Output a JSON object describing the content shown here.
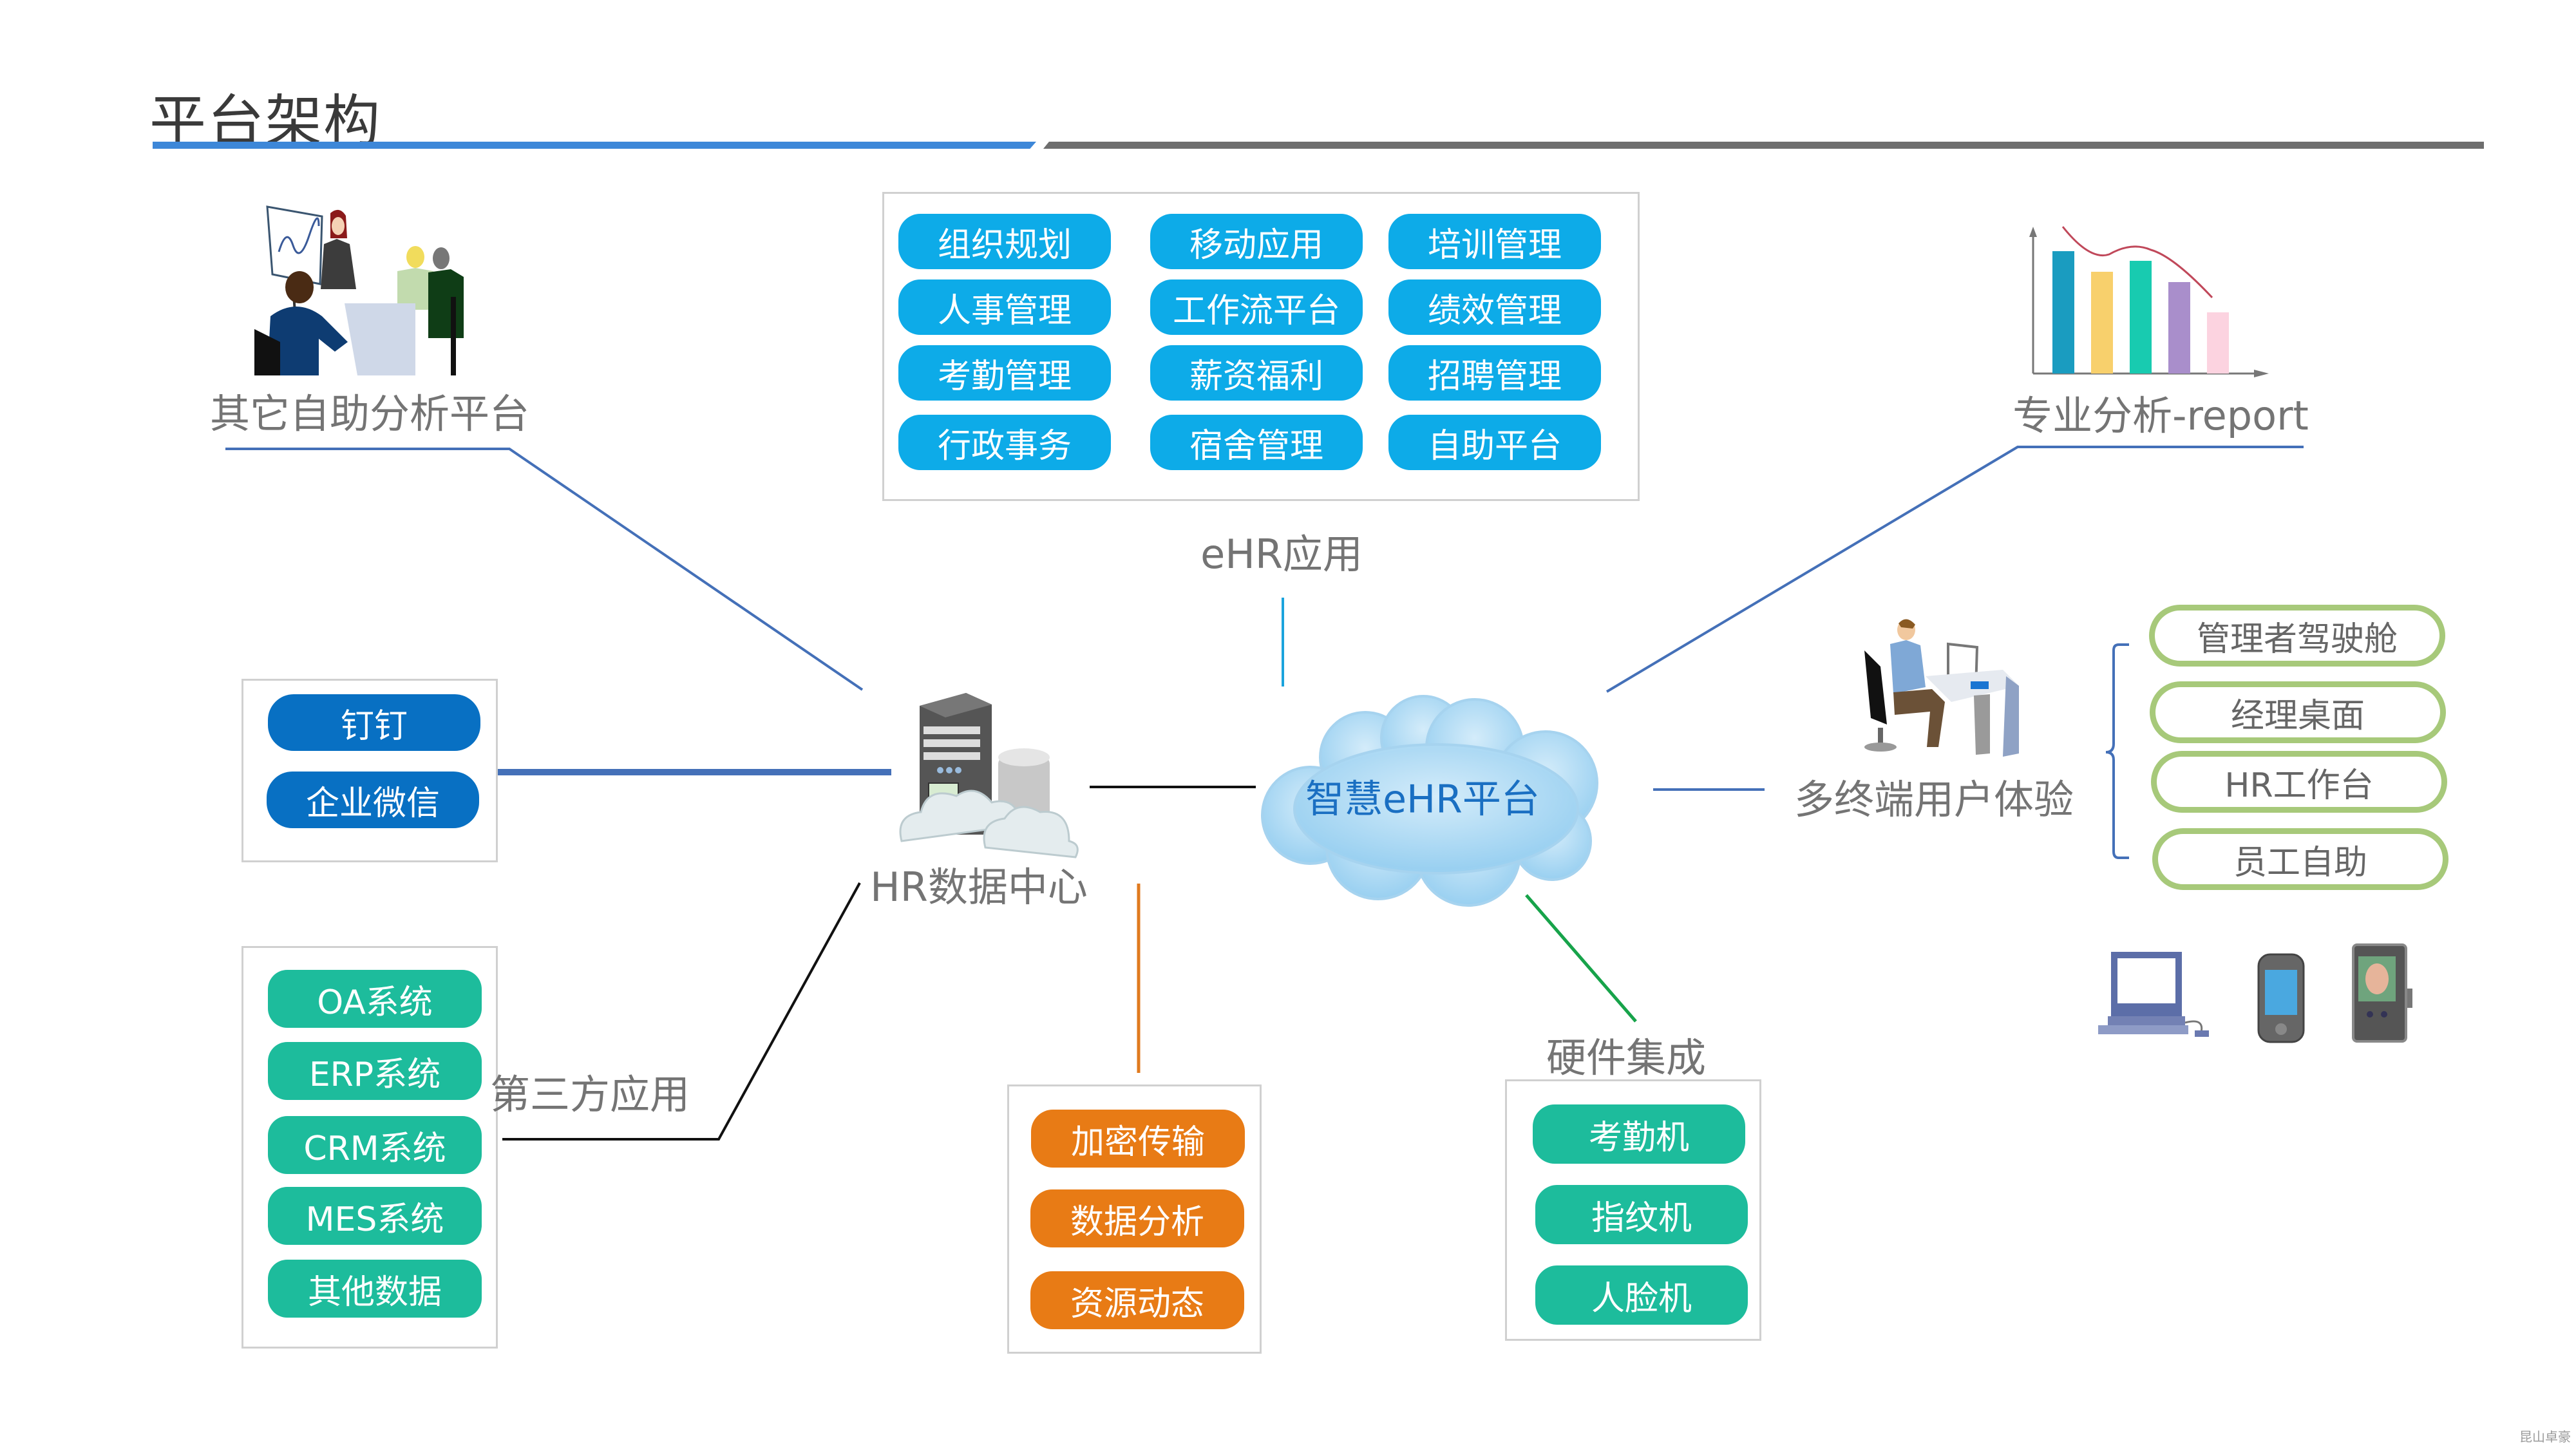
{
  "page": {
    "title": "平台架构",
    "watermark": "昆山卓豪"
  },
  "colors": {
    "app_blue": "#0dabe8",
    "dark_blue": "#0870c3",
    "teal": "#1dbc9c",
    "orange": "#e87b15",
    "green_outline": "#a7c97a",
    "header_blue": "#3d87d8",
    "header_gray": "#6e6e6e",
    "connector_blue": "#4470b8",
    "connector_orange": "#e07a1f",
    "connector_green": "#17a34a",
    "connector_cyan": "#1aa3dd"
  },
  "ehr_apps": {
    "label": "eHR应用",
    "items": [
      "组织规划",
      "移动应用",
      "培训管理",
      "人事管理",
      "工作流平台",
      "绩效管理",
      "考勤管理",
      "薪资福利",
      "招聘管理",
      "行政事务",
      "宿舍管理",
      "自助平台"
    ]
  },
  "self_analysis": {
    "label": "其它自助分析平台",
    "icon": "meeting-icon"
  },
  "pro_analysis": {
    "label": "专业分析-report",
    "icon": "bar-chart-icon"
  },
  "messaging": {
    "items": [
      "钉钉",
      "企业微信"
    ]
  },
  "third_party": {
    "label": "第三方应用",
    "items": [
      "OA系统",
      "ERP系统",
      "CRM系统",
      "MES系统",
      "其他数据"
    ]
  },
  "data_center": {
    "label": "HR数据中心",
    "icon": "server-database-icon"
  },
  "platform": {
    "label": "智慧eHR平台",
    "icon": "cloud-icon"
  },
  "data_services": {
    "items": [
      "加密传输",
      "数据分析",
      "资源动态"
    ]
  },
  "hardware": {
    "label": "硬件集成",
    "items": [
      "考勤机",
      "指纹机",
      "人脸机"
    ]
  },
  "multi_terminal": {
    "label": "多终端用户体验",
    "icon": "office-worker-icon",
    "items": [
      "管理者驾驶舱",
      "经理桌面",
      "HR工作台",
      "员工自助"
    ],
    "devices": [
      "desktop-computer-icon",
      "mobile-phone-icon",
      "face-recognition-terminal-icon"
    ]
  }
}
